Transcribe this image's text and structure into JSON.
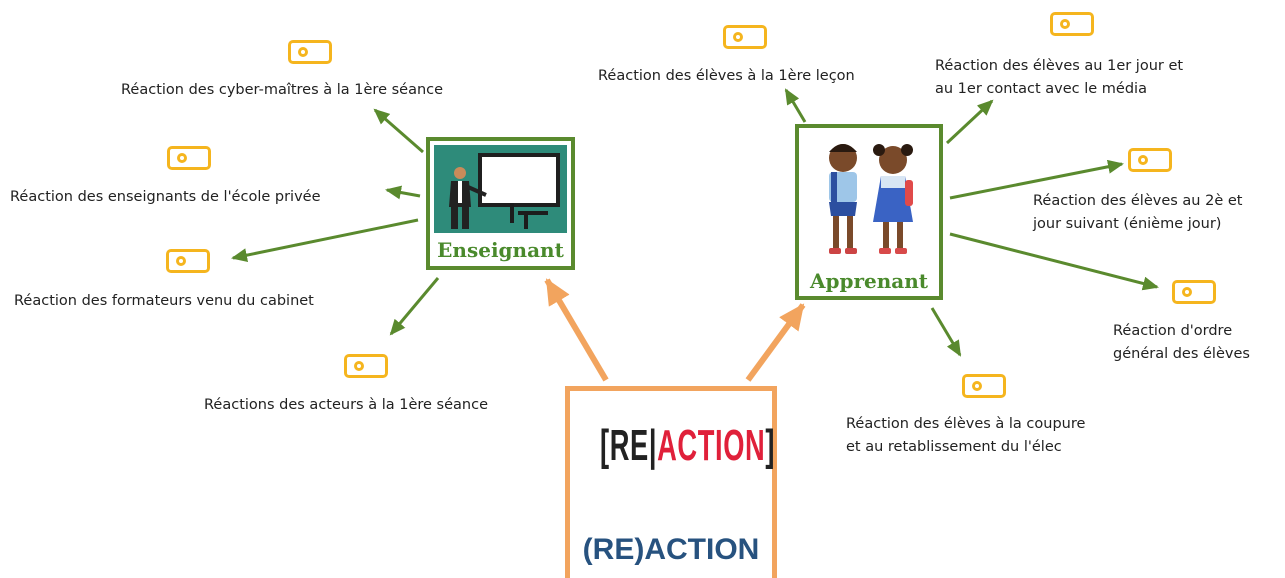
{
  "center": {
    "title": "(RE)ACTION",
    "logo": {
      "re": "RE",
      "action": "ACTION"
    }
  },
  "enseignant": {
    "title": "Enseignant",
    "labels": [
      "Réaction des cyber-maîtres à la 1ère séance",
      "Réaction des enseignants de l'école privée",
      "Réaction des formateurs venu du cabinet",
      "Réactions des acteurs à la 1ère séance"
    ]
  },
  "apprenant": {
    "title": "Apprenant",
    "labels": [
      "Réaction des élèves à la 1ère leçon",
      "Réaction des élèves au 1er jour et",
      "au 1er contact avec le média",
      "Réaction des élèves au 2è et",
      "jour suivant (énième jour)",
      "Réaction d'ordre",
      "général des élèves",
      "Réaction des élèves à la coupure",
      "et au retablissement du l'élec"
    ]
  },
  "colors": {
    "green": "#5a8a2e",
    "orange": "#f2a45e",
    "tag": "#f5b51e",
    "title_blue": "#27527f"
  }
}
